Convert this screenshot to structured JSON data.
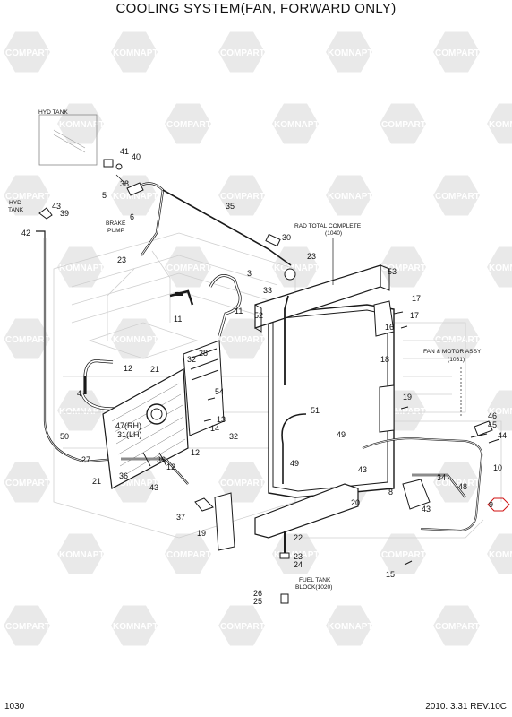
{
  "title": "COOLING SYSTEM(FAN, FORWARD ONLY)",
  "page_number": "1030",
  "revision": "2010. 3.31  REV.10C",
  "watermark": {
    "komnapt": "KOMNAPT",
    "compart": "COMPART"
  },
  "notes": {
    "hyd_tank_top": "HYD TANK",
    "hyd_tank_left_1": "HYD",
    "hyd_tank_left_2": "TANK",
    "brake_pump_1": "BRAKE",
    "brake_pump_2": "PUMP",
    "rad_total_1": "RAD TOTAL COMPLETE",
    "rad_total_2": "(1040)",
    "fan_motor_1": "FAN & MOTOR ASSY",
    "fan_motor_2": "(1031)",
    "rh": "47(RH)",
    "lh": "31(LH)",
    "fuel_tank_1": "FUEL TANK",
    "fuel_tank_2": "BLOCK(1020)"
  },
  "labels": [
    "41",
    "40",
    "38",
    "5",
    "6",
    "35",
    "43",
    "39",
    "42",
    "30",
    "23",
    "53",
    "3",
    "33",
    "23",
    "17",
    "17",
    "16",
    "52",
    "11",
    "11",
    "18",
    "28",
    "32",
    "54",
    "12",
    "21",
    "4",
    "19",
    "13",
    "14",
    "32",
    "51",
    "49",
    "46",
    "45",
    "44",
    "50",
    "27",
    "36",
    "12",
    "12",
    "43",
    "21",
    "36",
    "49",
    "43",
    "20",
    "8",
    "34",
    "48",
    "10",
    "9",
    "43",
    "37",
    "19",
    "22",
    "23",
    "24",
    "15",
    "26",
    "25"
  ],
  "colors": {
    "watermark": "#e9e9e9",
    "line": "#1a1a1a",
    "ghost": "#cfcfcf",
    "hexagon": "#d01010"
  }
}
